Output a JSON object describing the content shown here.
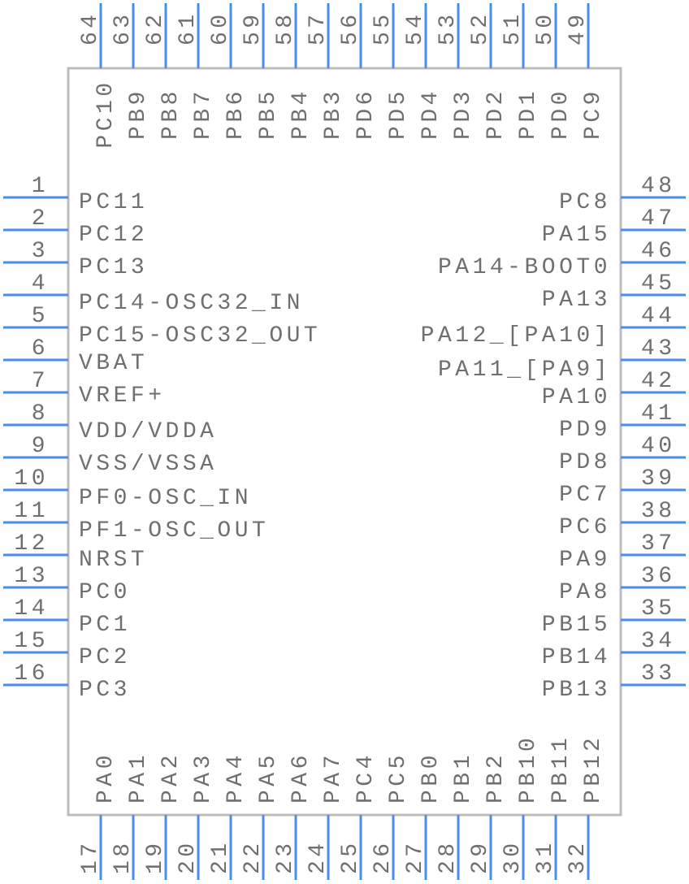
{
  "chip": {
    "colors": {
      "body": "#bcbcbc",
      "pin": "#4a8af4",
      "text": "#6f6f6f"
    },
    "left_pins": [
      {
        "num": "1",
        "label": "PC11"
      },
      {
        "num": "2",
        "label": "PC12"
      },
      {
        "num": "3",
        "label": "PC13"
      },
      {
        "num": "4",
        "label": "PC14-OSC32_IN"
      },
      {
        "num": "5",
        "label": "PC15-OSC32_OUT"
      },
      {
        "num": "6",
        "label": "VBAT"
      },
      {
        "num": "7",
        "label": "VREF+"
      },
      {
        "num": "8",
        "label": "VDD/VDDA"
      },
      {
        "num": "9",
        "label": "VSS/VSSA"
      },
      {
        "num": "10",
        "label": "PF0-OSC_IN"
      },
      {
        "num": "11",
        "label": "PF1-OSC_OUT"
      },
      {
        "num": "12",
        "label": "NRST"
      },
      {
        "num": "13",
        "label": "PC0"
      },
      {
        "num": "14",
        "label": "PC1"
      },
      {
        "num": "15",
        "label": "PC2"
      },
      {
        "num": "16",
        "label": "PC3"
      }
    ],
    "bottom_pins": [
      {
        "num": "17",
        "label": "PA0"
      },
      {
        "num": "18",
        "label": "PA1"
      },
      {
        "num": "19",
        "label": "PA2"
      },
      {
        "num": "20",
        "label": "PA3"
      },
      {
        "num": "21",
        "label": "PA4"
      },
      {
        "num": "22",
        "label": "PA5"
      },
      {
        "num": "23",
        "label": "PA6"
      },
      {
        "num": "24",
        "label": "PA7"
      },
      {
        "num": "25",
        "label": "PC4"
      },
      {
        "num": "26",
        "label": "PC5"
      },
      {
        "num": "27",
        "label": "PB0"
      },
      {
        "num": "28",
        "label": "PB1"
      },
      {
        "num": "29",
        "label": "PB2"
      },
      {
        "num": "30",
        "label": "PB10"
      },
      {
        "num": "31",
        "label": "PB11"
      },
      {
        "num": "32",
        "label": "PB12"
      }
    ],
    "right_pins": [
      {
        "num": "48",
        "label": "PC8"
      },
      {
        "num": "47",
        "label": "PA15"
      },
      {
        "num": "46",
        "label": "PA14-BOOT0"
      },
      {
        "num": "45",
        "label": "PA13"
      },
      {
        "num": "44",
        "label": "PA12_[PA10]"
      },
      {
        "num": "43",
        "label": "PA11_[PA9]"
      },
      {
        "num": "42",
        "label": "PA10"
      },
      {
        "num": "41",
        "label": "PD9"
      },
      {
        "num": "40",
        "label": "PD8"
      },
      {
        "num": "39",
        "label": "PC7"
      },
      {
        "num": "38",
        "label": "PC6"
      },
      {
        "num": "37",
        "label": "PA9"
      },
      {
        "num": "36",
        "label": "PA8"
      },
      {
        "num": "35",
        "label": "PB15"
      },
      {
        "num": "34",
        "label": "PB14"
      },
      {
        "num": "33",
        "label": "PB13"
      }
    ],
    "top_pins": [
      {
        "num": "64",
        "label": "PC10"
      },
      {
        "num": "63",
        "label": "PB9"
      },
      {
        "num": "62",
        "label": "PB8"
      },
      {
        "num": "61",
        "label": "PB7"
      },
      {
        "num": "60",
        "label": "PB6"
      },
      {
        "num": "59",
        "label": "PB5"
      },
      {
        "num": "58",
        "label": "PB4"
      },
      {
        "num": "57",
        "label": "PB3"
      },
      {
        "num": "56",
        "label": "PD6"
      },
      {
        "num": "55",
        "label": "PD5"
      },
      {
        "num": "54",
        "label": "PD4"
      },
      {
        "num": "53",
        "label": "PD3"
      },
      {
        "num": "52",
        "label": "PD2"
      },
      {
        "num": "51",
        "label": "PD1"
      },
      {
        "num": "50",
        "label": "PD0"
      },
      {
        "num": "49",
        "label": "PC9"
      }
    ]
  }
}
